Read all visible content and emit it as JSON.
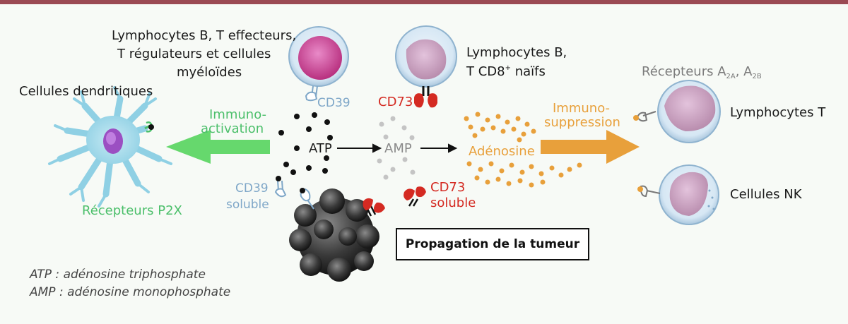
{
  "labels": {
    "lymph_b_t_line1": "Lymphocytes B, T effecteurs,",
    "lymph_b_t_line2": "T régulateurs et cellules",
    "lymph_b_t_line3": "myéloïdes",
    "dendritic": "Cellules dendritiques",
    "cd39": "CD39",
    "cd73": "CD73",
    "lymph_b_cd8_line1": "Lymphocytes B,",
    "lymph_b_cd8_line2_a": "T CD8",
    "lymph_b_cd8_line2_sup": "+",
    "lymph_b_cd8_line2_b": " naïfs",
    "receptors_a_prefix": "Récepteurs A",
    "receptors_a_sub1": "2A",
    "receptors_a_sep": ", A",
    "receptors_a_sub2": "2B",
    "lymph_t": "Lymphocytes T",
    "nk_cells": "Cellules NK",
    "immuno_activation_1": "Immuno-",
    "immuno_activation_2": "activation",
    "immuno_suppression_1": "Immuno-",
    "immuno_suppression_2": "suppression",
    "atp": "ATP",
    "amp": "AMP",
    "adenosine": "Adénosine",
    "cd39_soluble_1": "CD39",
    "cd39_soluble_2": "soluble",
    "cd73_soluble_1": "CD73",
    "cd73_soluble_2": "soluble",
    "receptors_p2x": "Récepteurs P2X",
    "tumor_box": "Propagation de la tumeur"
  },
  "legend": [
    "ATP : adénosine triphosphate",
    "AMP : adénosine monophosphate"
  ],
  "colors": {
    "top_bar": "#9b4a54",
    "green": "#4bbf6a",
    "orange": "#e8a03b",
    "red": "#d42a22",
    "blue_gray": "#7fa7c8"
  }
}
